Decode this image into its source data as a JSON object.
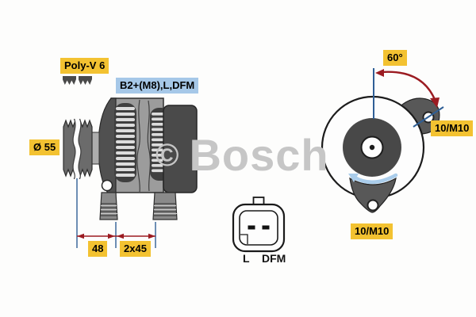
{
  "watermark": {
    "symbol": "©",
    "brand": "Bosch"
  },
  "side_view": {
    "belt_label": "Poly-V 6",
    "terminal_label": "B2+(M8),L,DFM",
    "pulley_diameter": "Ø 55",
    "dim_pulley_offset": "48",
    "dim_mount_spacing": "2x45"
  },
  "rear_view": {
    "angle_label": "60°",
    "mount_top_label": "10/M10",
    "mount_bottom_label": "10/M10"
  },
  "connector": {
    "pin1": "L",
    "pin2": "DFM"
  },
  "icons": {
    "belt_profile": "poly-v-rib-profile"
  },
  "colors": {
    "label_yellow": "#F3C231",
    "label_blue": "#A6C8E8",
    "dimension_red": "#9B1B21",
    "dimension_blue": "#2F5F96",
    "rotation_arrow_blue": "#AACDEB",
    "watermark_gray": "#C6C6C6",
    "body_gray": "#9C9C9C",
    "housing_dark_gray": "#4A4A4A"
  }
}
